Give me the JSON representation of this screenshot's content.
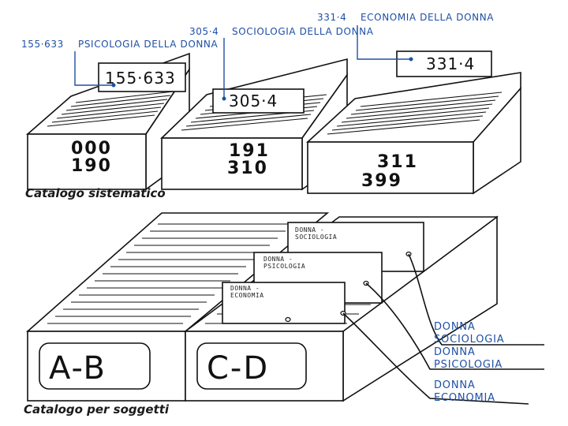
{
  "systematic": {
    "caption": "Catalogo sistematico",
    "labels": [
      {
        "code": "155·633",
        "text": "PSICOLOGIA DELLA DONNA"
      },
      {
        "code": "305·4",
        "text": "SOCIOLOGIA DELLA DONNA"
      },
      {
        "code": "331·4",
        "text": "ECONOMIA DELLA DONNA"
      }
    ],
    "guide_cards": [
      "155·633",
      "305·4",
      "331·4"
    ],
    "drawers": [
      {
        "from": "000",
        "to": "190"
      },
      {
        "from": "191",
        "to": "310"
      },
      {
        "from": "311",
        "to": "399"
      }
    ]
  },
  "subject": {
    "caption": "Catalogo per soggetti",
    "drawers": [
      "A-B",
      "C-D"
    ],
    "cards": [
      {
        "line1": "DONNA -",
        "line2": "SOCIOLOGIA"
      },
      {
        "line1": "DONNA -",
        "line2": "PSICOLOGIA"
      },
      {
        "line1": "DONNA -",
        "line2": "ECONOMIA"
      }
    ],
    "callouts": [
      {
        "line1": "DONNA",
        "line2": "SOCIOLOGIA"
      },
      {
        "line1": "DONNA",
        "line2": "PSICOLOGIA"
      },
      {
        "line1": "DONNA",
        "line2": "ECONOMIA"
      }
    ]
  },
  "colors": {
    "ink": "#111111",
    "accent": "#1e4fa6",
    "paper": "#ffffff"
  }
}
